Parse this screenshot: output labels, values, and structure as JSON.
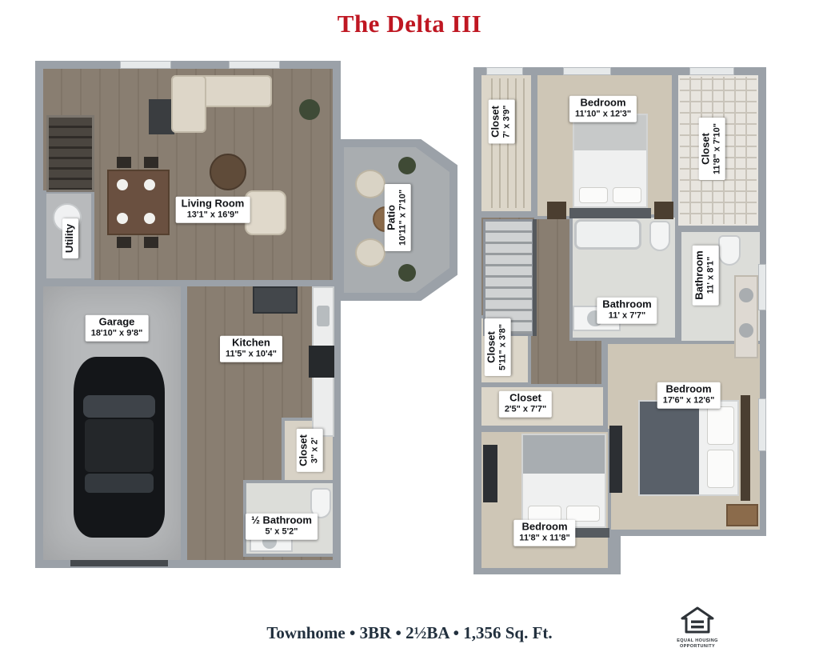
{
  "title": "The Delta III",
  "colors": {
    "title_red": "#bf1722",
    "footer_text": "#22303e",
    "wall_gray": "#9ba1a8"
  },
  "floor1": {
    "rooms": [
      {
        "name": "Living Room",
        "dims": "13'1\" x 16'9\""
      },
      {
        "name": "Utility",
        "dims": ""
      },
      {
        "name": "Garage",
        "dims": "18'10\" x 9'8\""
      },
      {
        "name": "Kitchen",
        "dims": "11'5\" x 10'4\""
      },
      {
        "name": "Patio",
        "dims": "10'11\" x 7'10\""
      },
      {
        "name": "Closet",
        "dims": "3\" x 2'"
      },
      {
        "name": "½ Bathroom",
        "dims": "5' x 5'2\""
      }
    ]
  },
  "floor2": {
    "rooms": [
      {
        "name": "Closet",
        "dims": "7' x 3'9\""
      },
      {
        "name": "Bedroom",
        "dims": "11'10\" x 12'3\""
      },
      {
        "name": "Closet",
        "dims": "11'8\" x 7'10\""
      },
      {
        "name": "Bathroom",
        "dims": "11' x 8'1\""
      },
      {
        "name": "Bathroom",
        "dims": "11' x 7'7\""
      },
      {
        "name": "Closet",
        "dims": "5'11\" x 3'8\""
      },
      {
        "name": "Closet",
        "dims": "2'5\" x 7'7\""
      },
      {
        "name": "Bedroom",
        "dims": "17'6\" x 12'6\""
      },
      {
        "name": "Bedroom",
        "dims": "11'8\" x 11'8\""
      }
    ]
  },
  "footer": {
    "summary": "Townhome • 3BR • 2½BA • 1,356 Sq. Ft.",
    "equal_housing_line1": "EQUAL HOUSING",
    "equal_housing_line2": "OPPORTUNITY"
  }
}
